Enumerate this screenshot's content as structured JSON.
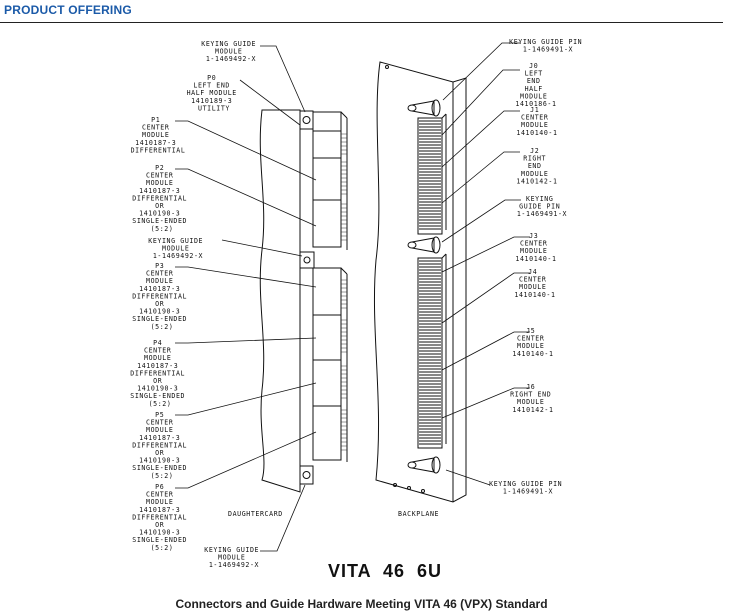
{
  "header": {
    "title": "PRODUCT OFFERING"
  },
  "figure_title": "VITA 46 6U",
  "caption": "Connectors and Guide Hardware Meeting VITA 46 (VPX) Standard",
  "daughtercard": {
    "name": "DAUGHTERCARD",
    "labels": [
      {
        "lines": [
          "KEYING GUIDE",
          "MODULE",
          "1-1469492-X"
        ]
      },
      {
        "lines": [
          "P0",
          "LEFT END",
          "HALF MODULE",
          "1410189-3",
          "UTILITY"
        ]
      },
      {
        "lines": [
          "P1",
          "CENTER",
          "MODULE",
          "1410187-3",
          "DIFFERENTIAL"
        ]
      },
      {
        "lines": [
          "P2",
          "CENTER",
          "MODULE",
          "1410187-3",
          "DIFFERENTIAL",
          "OR",
          "1410190-3",
          "SINGLE-ENDED",
          "(5:2)"
        ]
      },
      {
        "lines": [
          "KEYING GUIDE",
          "MODULE",
          "1-1469492-X"
        ]
      },
      {
        "lines": [
          "P3",
          "CENTER",
          "MODULE",
          "1410187-3",
          "DIFFERENTIAL",
          "OR",
          "1410190-3",
          "SINGLE-ENDED",
          "(5:2)"
        ]
      },
      {
        "lines": [
          "P4",
          "CENTER",
          "MODULE",
          "1410187-3",
          "DIFFERENTIAL",
          "OR",
          "1410190-3",
          "SINGLE-ENDED",
          "(5:2)"
        ]
      },
      {
        "lines": [
          "P5",
          "CENTER",
          "MODULE",
          "1410187-3",
          "DIFFERENTIAL",
          "OR",
          "1410190-3",
          "SINGLE-ENDED",
          "(5:2)"
        ]
      },
      {
        "lines": [
          "P6",
          "CENTER",
          "MODULE",
          "1410187-3",
          "DIFFERENTIAL",
          "OR",
          "1410190-3",
          "SINGLE-ENDED",
          "(5:2)"
        ]
      },
      {
        "lines": [
          "KEYING GUIDE",
          "MODULE",
          "1-1469492-X"
        ]
      }
    ]
  },
  "backplane": {
    "name": "BACKPLANE",
    "labels": [
      {
        "lines": [
          "KEYING GUIDE PIN",
          "1-1469491-X"
        ]
      },
      {
        "lines": [
          "J0",
          "LEFT",
          "END",
          "HALF",
          "MODULE",
          "1410186-1"
        ]
      },
      {
        "lines": [
          "J1",
          "CENTER",
          "MODULE",
          "1410140-1"
        ]
      },
      {
        "lines": [
          "J2",
          "RIGHT",
          "END",
          "MODULE",
          "1410142-1"
        ]
      },
      {
        "lines": [
          "KEYING",
          "GUIDE PIN",
          "1-1469491-X"
        ]
      },
      {
        "lines": [
          "J3",
          "CENTER",
          "MODULE",
          "1410140-1"
        ]
      },
      {
        "lines": [
          "J4",
          "CENTER",
          "MODULE",
          "1410140-1"
        ]
      },
      {
        "lines": [
          "J5",
          "CENTER",
          "MODULE",
          "1410140-1"
        ]
      },
      {
        "lines": [
          "J6",
          "RIGHT END",
          "MODULE",
          "1410142-1"
        ]
      },
      {
        "lines": [
          "KEYING GUIDE PIN",
          "1-1469491-X"
        ]
      }
    ]
  }
}
